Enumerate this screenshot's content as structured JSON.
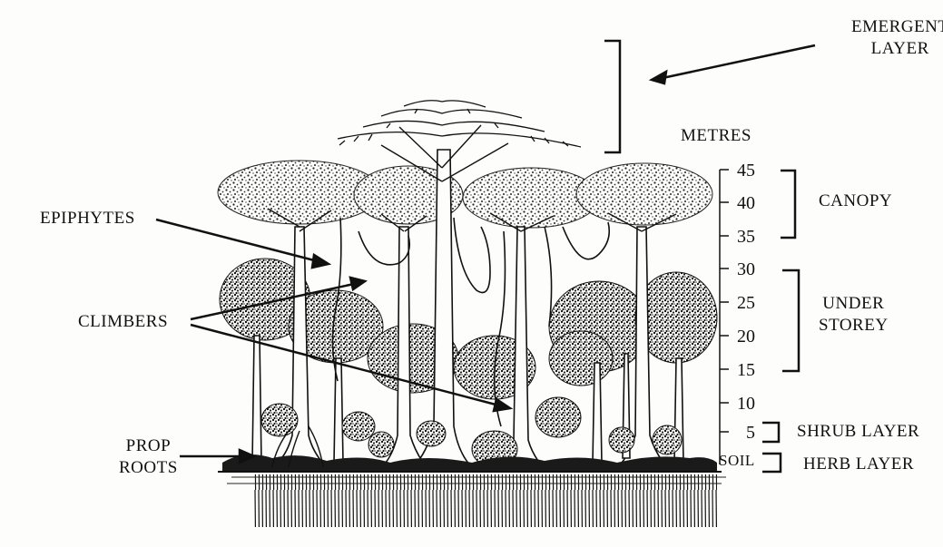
{
  "labels": {
    "emergent_line1": "EMERGENT",
    "emergent_line2": "LAYER",
    "metres": "METRES",
    "canopy": "CANOPY",
    "epiphytes": "EPIPHYTES",
    "climbers": "CLIMBERS",
    "under_line1": "UNDER",
    "under_line2": "STOREY",
    "shrub": "SHRUB LAYER",
    "herb": "HERB LAYER",
    "prop_line1": "PROP",
    "prop_line2": "ROOTS",
    "soil": "SOIL"
  },
  "scale": {
    "unit": "metres",
    "ticks": [
      "45",
      "40",
      "35",
      "30",
      "25",
      "20",
      "15",
      "10",
      "5"
    ]
  },
  "colors": {
    "ink": "#111111",
    "paper": "#fdfdfb"
  }
}
